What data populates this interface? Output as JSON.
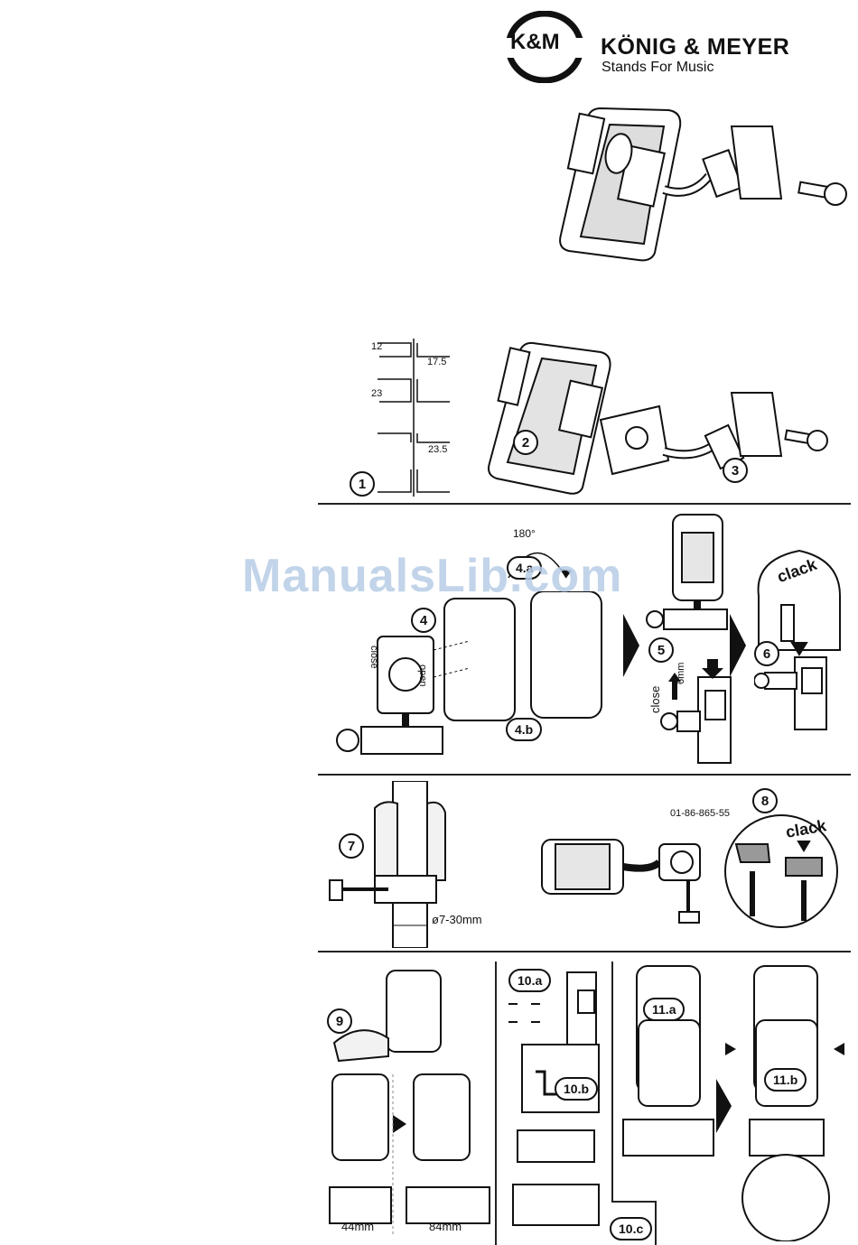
{
  "header": {
    "logo_text": "K&M",
    "brand_name": "KÖNIG & MEYER",
    "tagline": "Stands For Music"
  },
  "watermark": "ManualsLib.com",
  "steps": {
    "s1": "1",
    "s2": "2",
    "s3": "3",
    "s4": "4",
    "s4a": "4.a",
    "s4b": "4.b",
    "s5": "5",
    "s6": "6",
    "s7": "7",
    "s8": "8",
    "s9": "9",
    "s10a": "10.a",
    "s10b": "10.b",
    "s10c": "10.c",
    "s11a": "11.a",
    "s11b": "11.b"
  },
  "dimensions": {
    "d12": "12",
    "d17_5": "17.5",
    "d23": "23",
    "d23_5": "23.5",
    "angle": "180°",
    "six_mm": "6mm",
    "diameter": "ø7-30mm",
    "w44": "44mm",
    "w84": "84mm"
  },
  "labels": {
    "close": "close",
    "open": "open",
    "clack": "clack",
    "part_number": "01-86-865-55"
  },
  "colors": {
    "watermark": "#b8cde6",
    "ink": "#111111"
  }
}
